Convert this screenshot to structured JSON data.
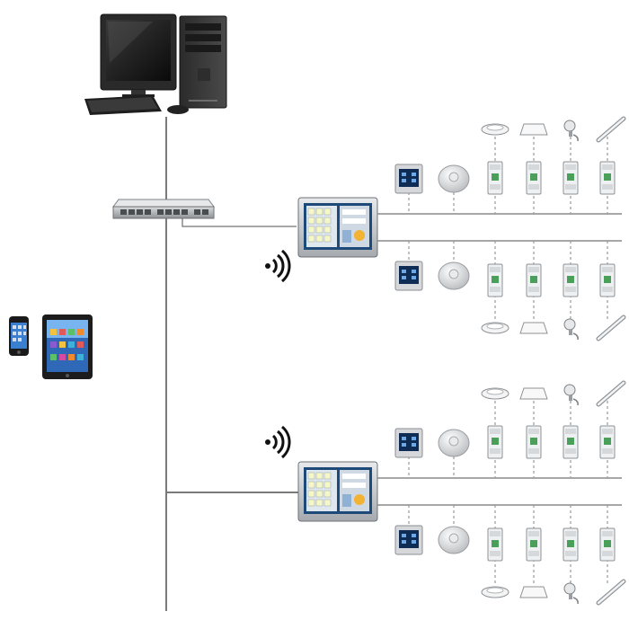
{
  "diagram": {
    "nodes": [
      {
        "id": "pc",
        "icon": "desktop-computer-icon"
      },
      {
        "id": "switch",
        "icon": "network-switch-icon"
      },
      {
        "id": "phone",
        "icon": "smartphone-icon"
      },
      {
        "id": "tablet",
        "icon": "tablet-icon"
      },
      {
        "id": "panel-1",
        "icon": "touch-control-panel-icon"
      },
      {
        "id": "panel-2",
        "icon": "touch-control-panel-icon"
      },
      {
        "id": "wifi-1",
        "icon": "wireless-signal-icon"
      },
      {
        "id": "wifi-2",
        "icon": "wireless-signal-icon"
      }
    ],
    "bus_devices": [
      "wall-keypad-icon",
      "ceiling-sensor-icon",
      "din-module-icon",
      "din-module-icon",
      "din-module-icon",
      "din-module-icon"
    ],
    "luminaires": [
      "ceiling-light-icon",
      "panel-light-icon",
      "spotlight-icon",
      "linear-light-icon"
    ],
    "colors": {
      "line": "#7a7a7a",
      "device_gray": "#c8ccd0",
      "screen_blue": "#1a3a6a",
      "module_green": "#4aa05a"
    }
  }
}
